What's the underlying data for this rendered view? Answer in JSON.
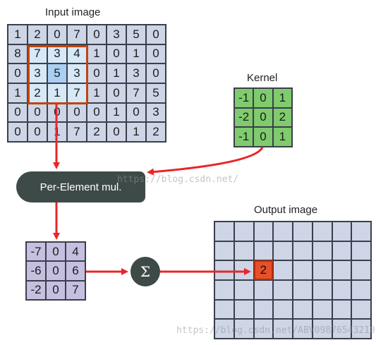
{
  "input_image": {
    "label": "Input image",
    "rows": [
      [
        "1",
        "2",
        "0",
        "7",
        "0",
        "3",
        "5",
        "0"
      ],
      [
        "8",
        "7",
        "3",
        "4",
        "1",
        "0",
        "1",
        "0"
      ],
      [
        "0",
        "3",
        "5",
        "3",
        "0",
        "1",
        "3",
        "0"
      ],
      [
        "1",
        "2",
        "1",
        "7",
        "1",
        "0",
        "7",
        "5"
      ],
      [
        "0",
        "0",
        "0",
        "0",
        "0",
        "1",
        "0",
        "3"
      ],
      [
        "0",
        "0",
        "1",
        "7",
        "2",
        "0",
        "1",
        "2"
      ]
    ]
  },
  "kernel": {
    "label": "Kernel",
    "rows": [
      [
        "-1",
        "0",
        "1"
      ],
      [
        "-2",
        "0",
        "2"
      ],
      [
        "-1",
        "0",
        "1"
      ]
    ]
  },
  "per_element": {
    "label": "Per-Element mul."
  },
  "product": {
    "rows": [
      [
        "-7",
        "0",
        "4"
      ],
      [
        "-6",
        "0",
        "6"
      ],
      [
        "-2",
        "0",
        "7"
      ]
    ]
  },
  "sum": {
    "symbol": "Σ"
  },
  "output_image": {
    "label": "Output image",
    "value": "2"
  },
  "watermarks": {
    "center": "https://blog.csdn.net/",
    "bottom": "https://blog.csdn.net/ABV09876543210"
  },
  "colors": {
    "arrow": "#e8262a",
    "window": "#c1440e",
    "input_fill": "#cdd5e6",
    "kernel_fill": "#7fcb6e",
    "product_fill": "#c6bfe0",
    "output_highlight": "#e8502a",
    "node_fill": "#3e4a47"
  }
}
